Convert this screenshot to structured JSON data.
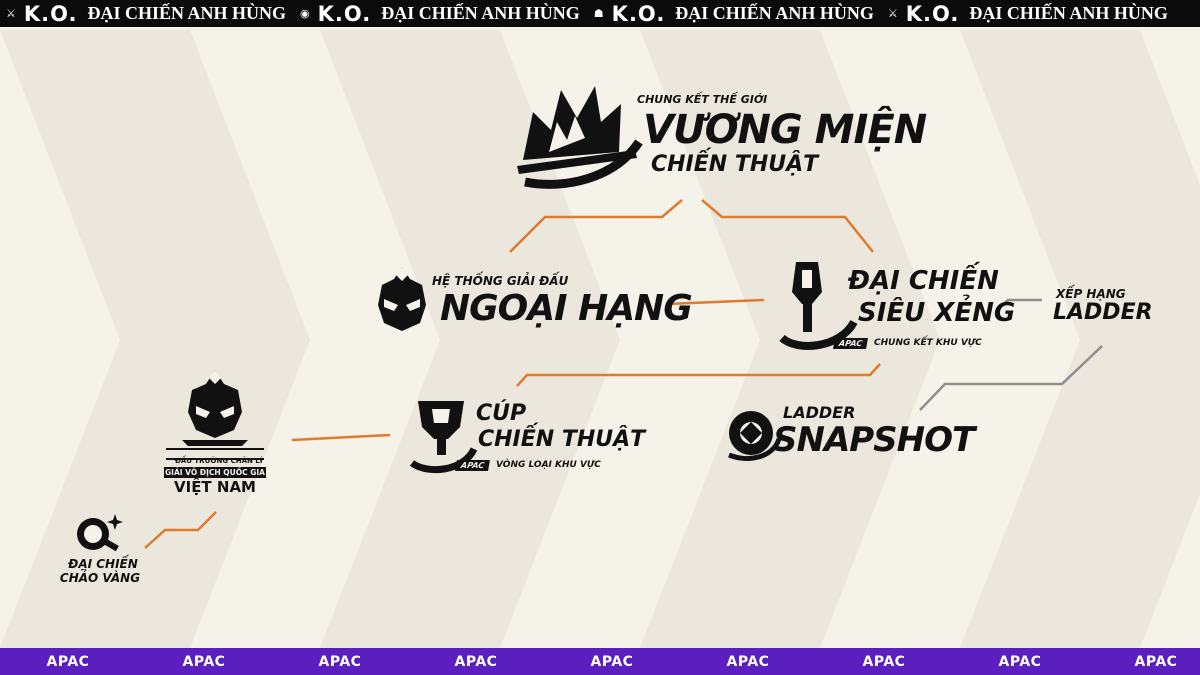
{
  "top_banner": {
    "ko": "K.O.",
    "text": "ĐẠI CHIẾN ANH HÙNG",
    "repeat": 4
  },
  "bottom_banner": {
    "labels": [
      "APAC",
      "APAC",
      "APAC",
      "APAC",
      "APAC",
      "APAC",
      "APAC",
      "APAC",
      "APAC"
    ]
  },
  "colors": {
    "bg": "#f5f2e9",
    "banner_top": "#0b0b0b",
    "banner_bottom": "#5b1fc0",
    "connector_orange": "#e07a2c",
    "connector_gray": "#8f8f8f",
    "logo_ink": "#111111"
  },
  "vuong_mien": {
    "kicker": "CHUNG KẾT THẾ GIỚI",
    "title": "VƯƠNG MIỆN",
    "subtitle": "CHIẾN THUẬT",
    "icon": "crown-icon"
  },
  "ngoai_hang": {
    "kicker": "HỆ THỐNG GIẢI ĐẤU",
    "title": "NGOẠI HẠNG",
    "icon": "masked-hero-icon"
  },
  "sieu_xeng": {
    "line1": "ĐẠI CHIẾN",
    "line2": "SIÊU XẺNG",
    "badge": "APAC",
    "tag": "CHUNG KẾT KHU VỰC",
    "icon": "shovel-icon"
  },
  "xep_hang": {
    "line1": "XẾP HẠNG",
    "line2": "LADDER"
  },
  "cup": {
    "line1": "CÚP",
    "line2": "CHIẾN THUẬT",
    "badge": "APAC",
    "tag": "VÒNG LOẠI KHU VỰC",
    "icon": "trophy-icon"
  },
  "snapshot": {
    "line1": "LADDER",
    "line2": "SNAPSHOT",
    "icon": "camera-aperture-icon"
  },
  "viet_nam": {
    "line1": "ĐẤU TRƯỜNG CHÂN LÝ",
    "line2": "GIẢI VÔ ĐỊCH QUỐC GIA",
    "line3": "VIỆT NAM",
    "icon": "masked-hero-icon"
  },
  "chao_vang": {
    "line1": "ĐẠI CHIẾN",
    "line2": "CHẢO VÀNG",
    "icon": "golden-pan-icon"
  }
}
